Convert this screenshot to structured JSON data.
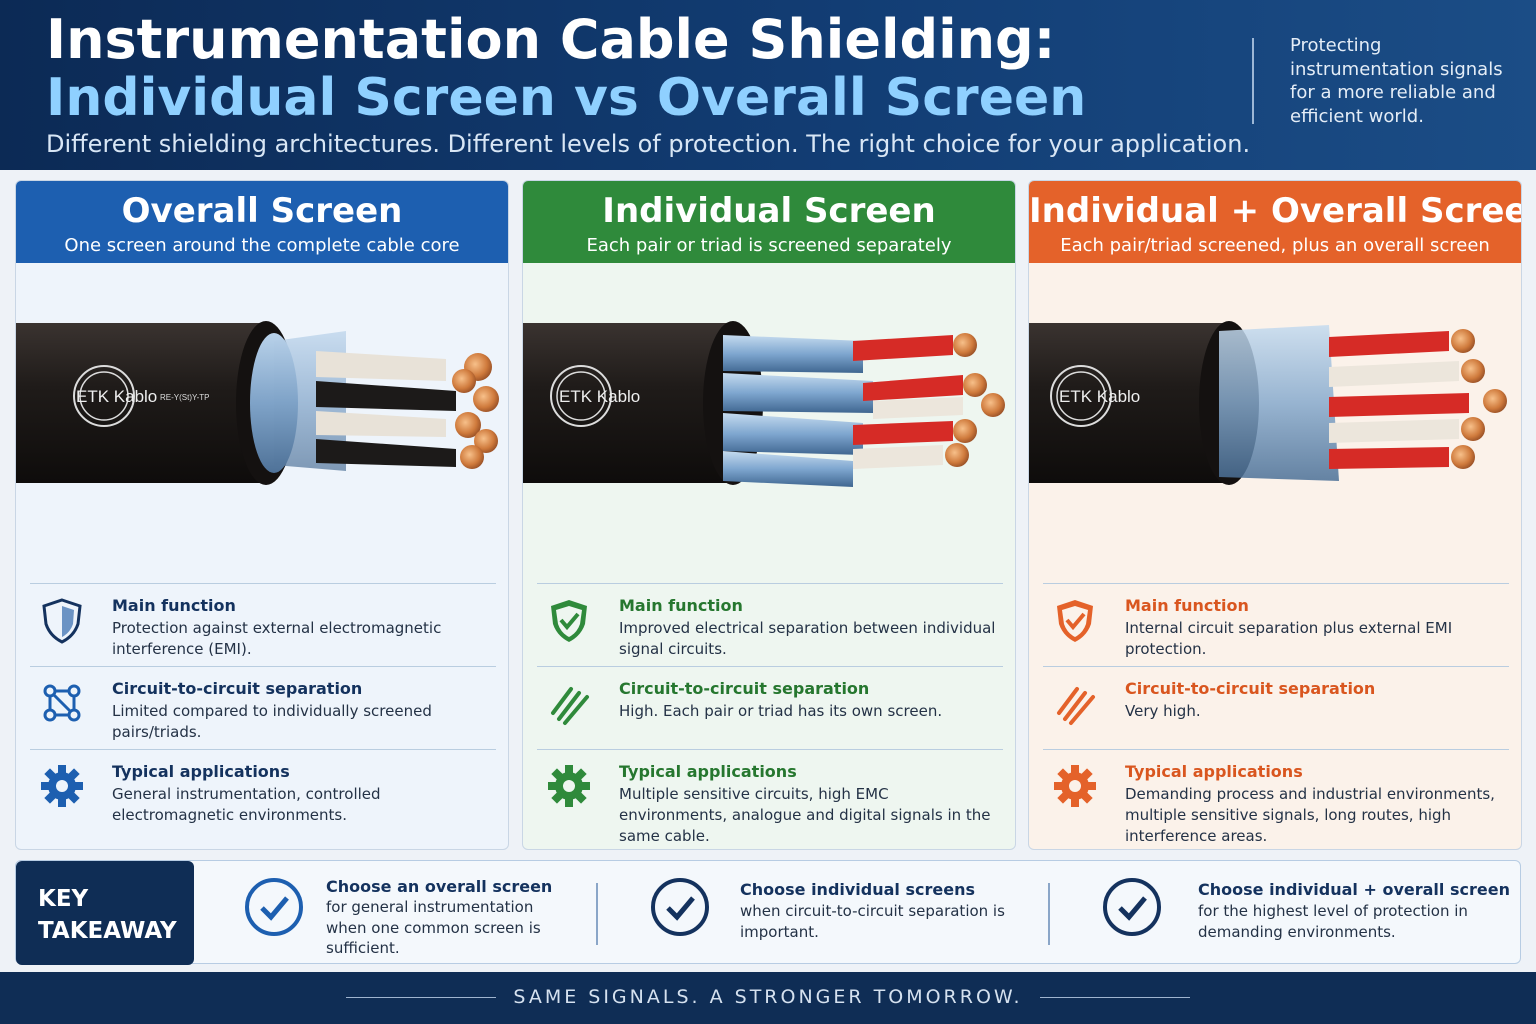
{
  "header": {
    "title_line1": "Instrumentation Cable Shielding:",
    "title_line2": "Individual Screen vs Overall Screen",
    "subtitle": "Different shielding architectures. Different levels of protection. The right choice for your application.",
    "tagline": "Protecting instrumentation signals for a more reliable and efficient world."
  },
  "panels": [
    {
      "title": "Overall Screen",
      "subtitle": "One screen around the complete cable core",
      "brand": "ETK Kablo",
      "cable_code": "RE-Y(St)Y-TP",
      "accent": "#1d5fb0",
      "features": [
        {
          "icon": "shield-icon",
          "heading": "Main function",
          "text": "Protection against external electromagnetic interference (EMI)."
        },
        {
          "icon": "circuit-icon",
          "heading": "Circuit-to-circuit separation",
          "text": "Limited compared to individually screened pairs/triads."
        },
        {
          "icon": "gear-icon",
          "heading": "Typical applications",
          "text": "General instrumentation, controlled electromagnetic environments."
        }
      ]
    },
    {
      "title": "Individual Screen",
      "subtitle": "Each pair or triad is screened separately",
      "brand": "ETK Kablo",
      "cable_code": "",
      "accent": "#2f8a3b",
      "features": [
        {
          "icon": "shield-check-icon",
          "heading": "Main function",
          "text": "Improved electrical separation between individual signal circuits."
        },
        {
          "icon": "chain-icon",
          "heading": "Circuit-to-circuit separation",
          "text": "High. Each pair or triad has its own screen."
        },
        {
          "icon": "gear-icon",
          "heading": "Typical applications",
          "text": "Multiple sensitive circuits, high EMC environments, analogue and digital signals in the same cable."
        }
      ]
    },
    {
      "title": "Individual + Overall Screen",
      "subtitle": "Each pair/triad screened, plus an overall screen",
      "brand": "ETK Kablo",
      "cable_code": "",
      "accent": "#e4622a",
      "features": [
        {
          "icon": "shield-check-icon",
          "heading": "Main function",
          "text": "Internal circuit separation plus external EMI protection."
        },
        {
          "icon": "chain-icon",
          "heading": "Circuit-to-circuit separation",
          "text": "Very high."
        },
        {
          "icon": "gear-icon",
          "heading": "Typical applications",
          "text": "Demanding process and industrial environments, multiple sensitive signals, long routes, high interference areas."
        }
      ]
    }
  ],
  "takeaway": {
    "label": "KEY TAKEAWAY",
    "items": [
      {
        "heading": "Choose an overall screen",
        "text": "for general instrumentation when one common screen is sufficient."
      },
      {
        "heading": "Choose individual screens",
        "text": "when circuit-to-circuit separation is important."
      },
      {
        "heading": "Choose individual + overall screen",
        "text": "for the highest level of protection in demanding environments."
      }
    ]
  },
  "footer": {
    "text": "SAME SIGNALS. A STRONGER TOMORROW."
  }
}
